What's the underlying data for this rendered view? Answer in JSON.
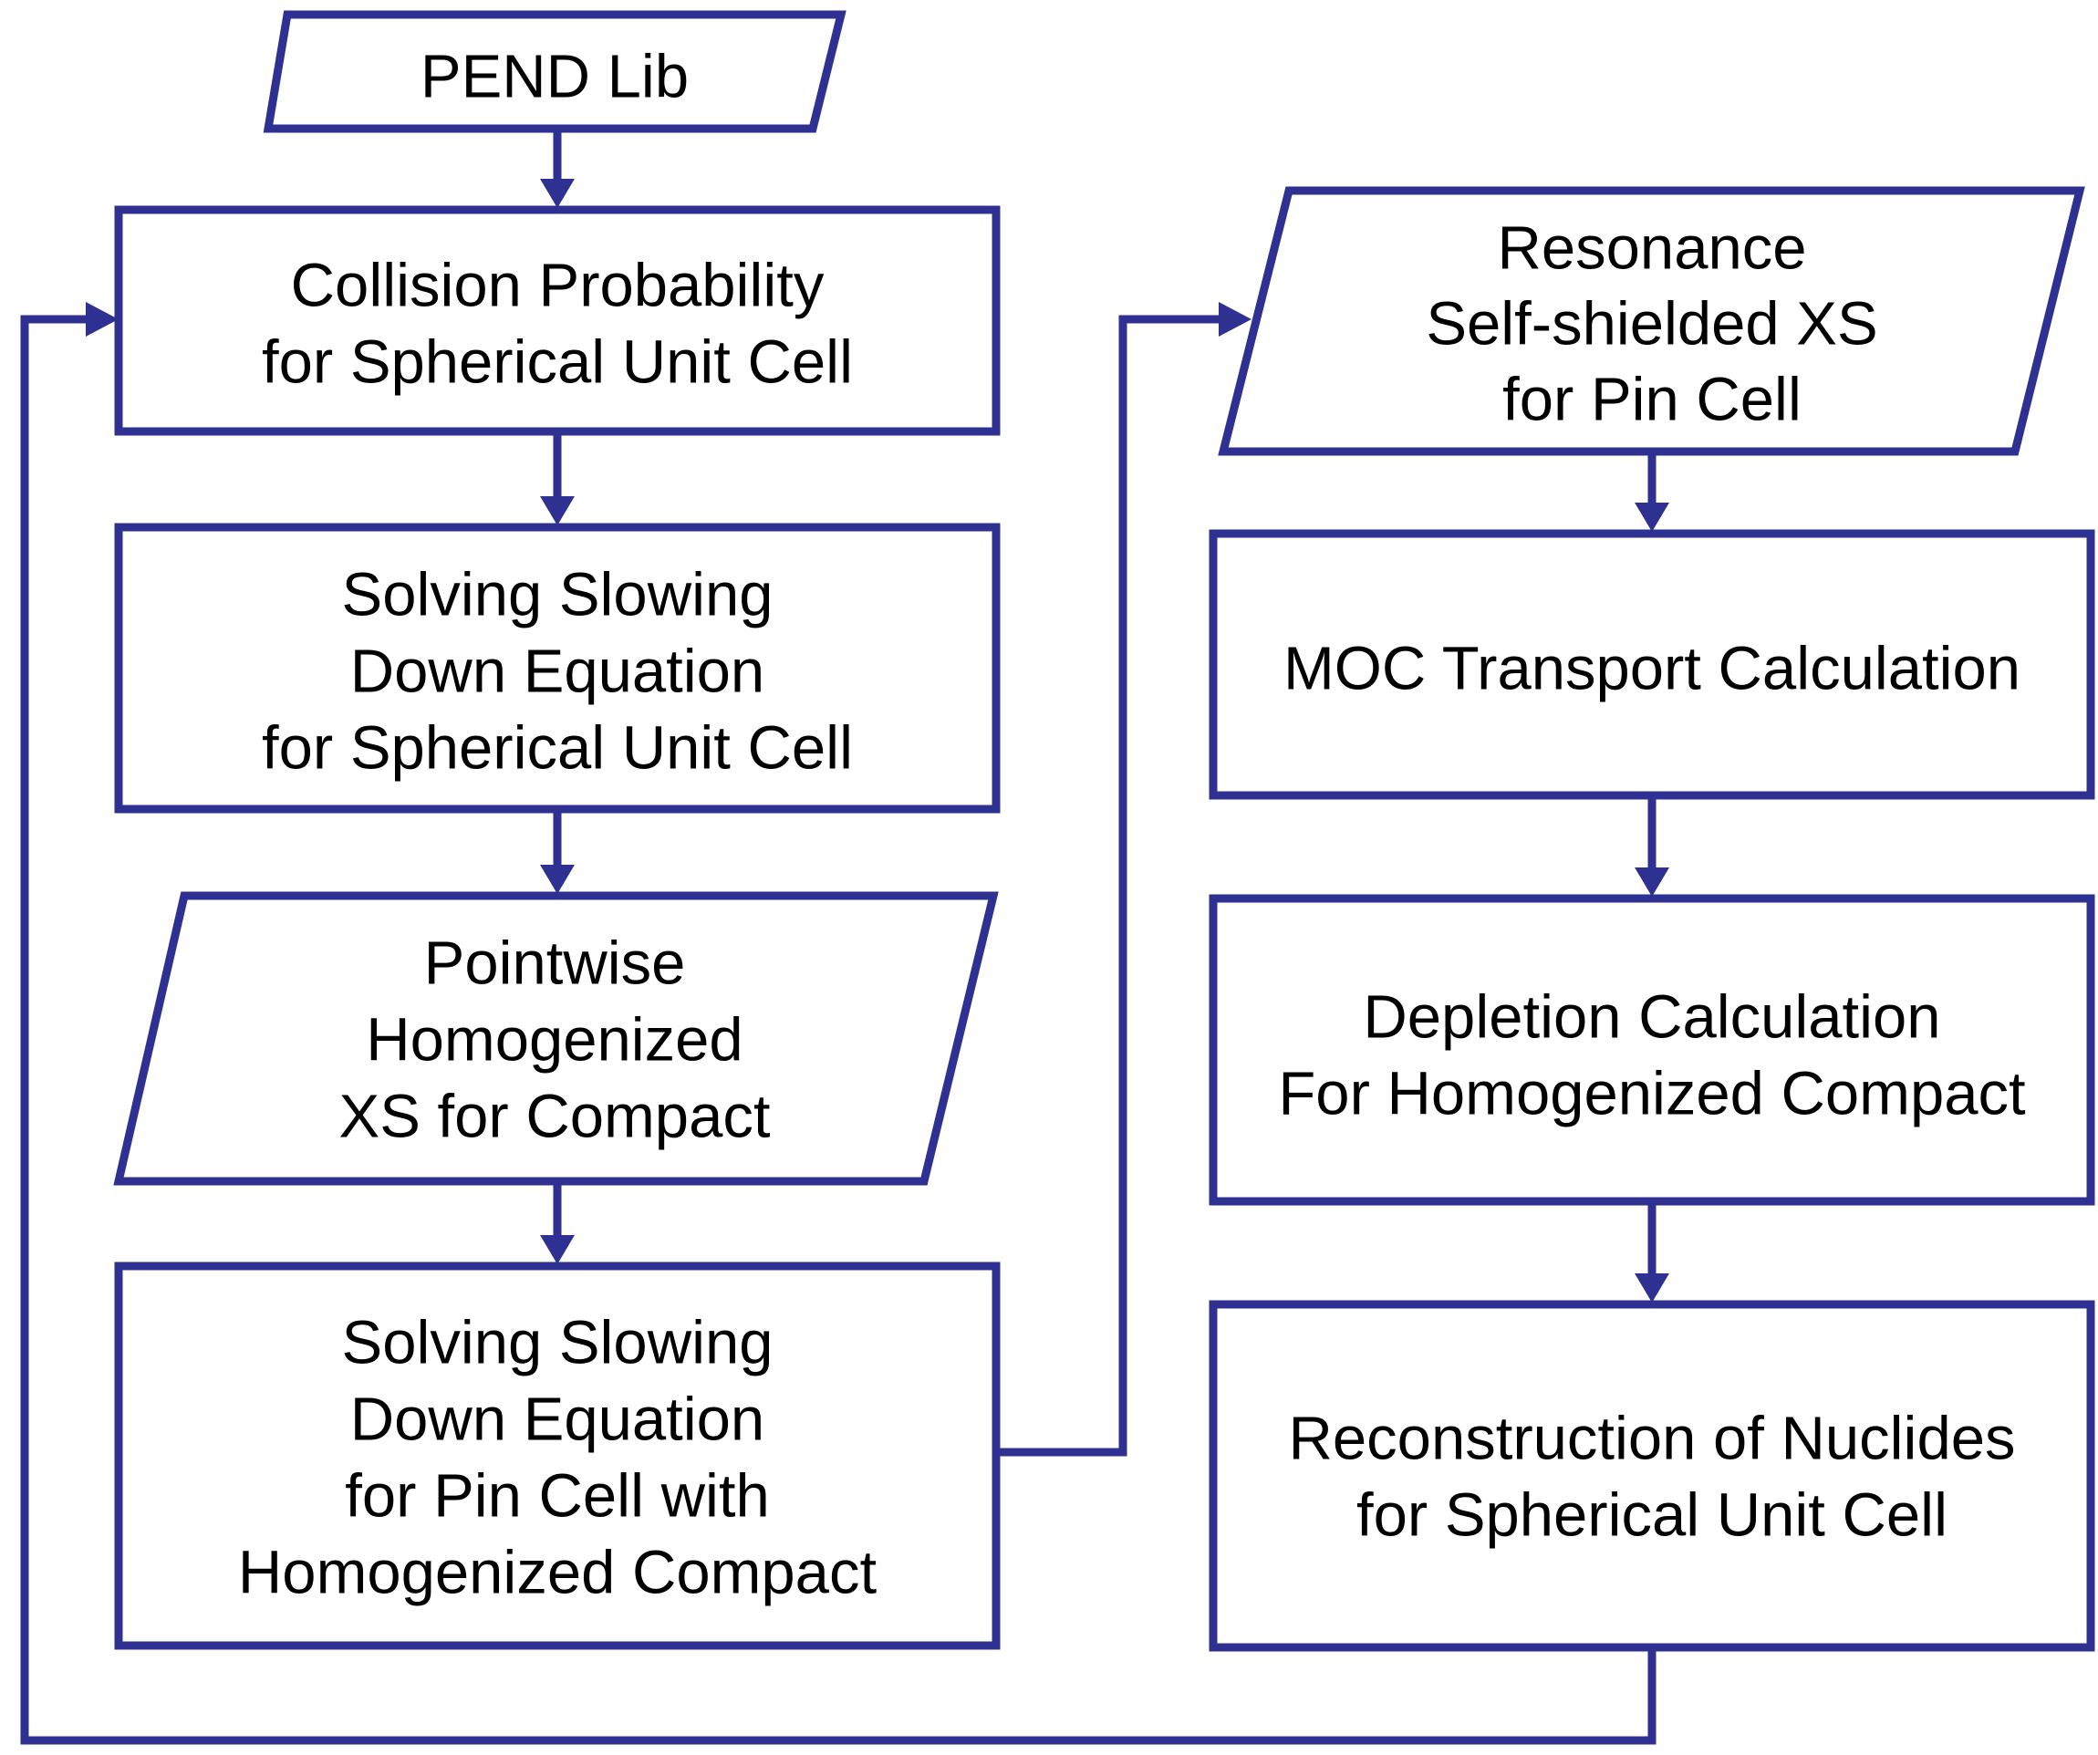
{
  "nodes": {
    "pend_lib": {
      "lines": [
        "PEND Lib"
      ]
    },
    "collision_probability": {
      "lines": [
        "Collision Probability",
        "for Spherical Unit Cell"
      ]
    },
    "slowing_down_spherical": {
      "lines": [
        "Solving  Slowing",
        "Down Equation",
        "for Spherical Unit Cell"
      ]
    },
    "pointwise_xs": {
      "lines": [
        "Pointwise",
        "Homogenized",
        "XS for Compact"
      ]
    },
    "slowing_down_pin": {
      "lines": [
        "Solving  Slowing",
        "Down Equation",
        "for Pin Cell with",
        "Homogenized  Compact"
      ]
    },
    "resonance_xs": {
      "lines": [
        "Resonance",
        "Self-shielded XS",
        "for Pin Cell"
      ]
    },
    "moc_transport": {
      "lines": [
        "MOC Transport  Calculation"
      ]
    },
    "depletion": {
      "lines": [
        "Depletion Calculation",
        "For Homogenized  Compact"
      ]
    },
    "reconstruction": {
      "lines": [
        "Reconstruction  of Nuclides",
        "for Spherical Unit Cell"
      ]
    }
  },
  "edges": [
    [
      "pend_lib",
      "collision_probability"
    ],
    [
      "collision_probability",
      "slowing_down_spherical"
    ],
    [
      "slowing_down_spherical",
      "pointwise_xs"
    ],
    [
      "pointwise_xs",
      "slowing_down_pin"
    ],
    [
      "slowing_down_pin",
      "resonance_xs"
    ],
    [
      "resonance_xs",
      "moc_transport"
    ],
    [
      "moc_transport",
      "depletion"
    ],
    [
      "depletion",
      "reconstruction"
    ],
    [
      "reconstruction",
      "collision_probability"
    ]
  ],
  "colors": {
    "stroke": "#2e3192",
    "text": "#000000",
    "background": "#ffffff"
  }
}
